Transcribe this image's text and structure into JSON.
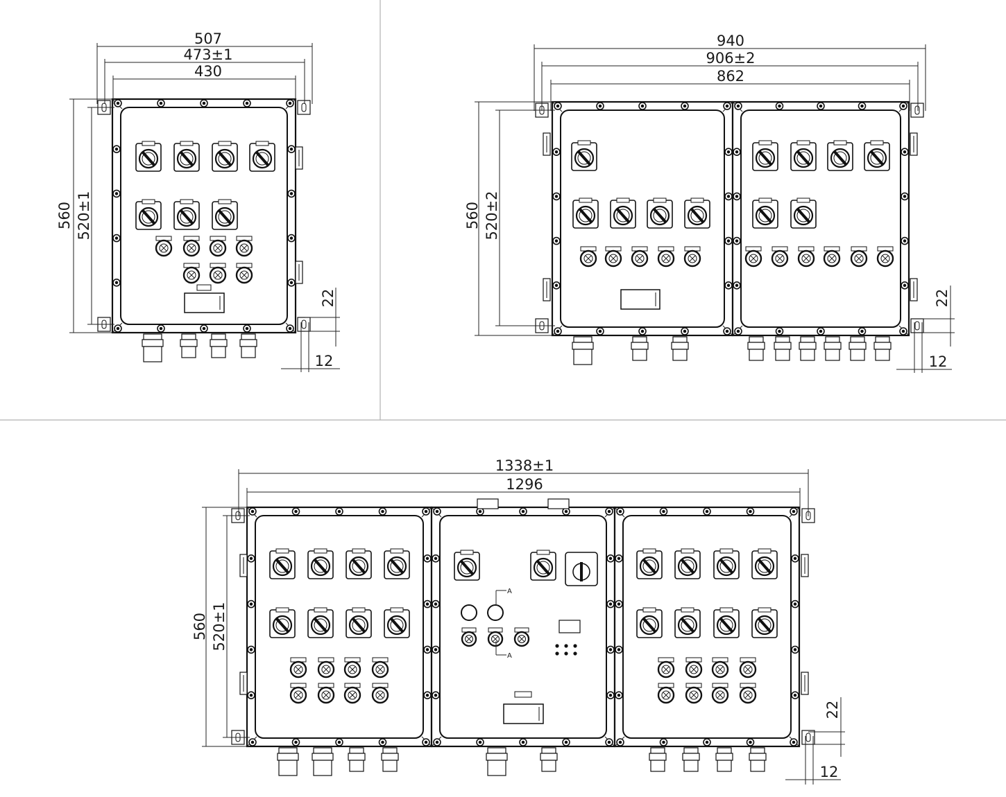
{
  "colors": {
    "ink": "#1a1a1a",
    "paper": "#ffffff",
    "divider": "#b0b0b0"
  },
  "views": {
    "single": {
      "w1": "507",
      "w2": "473±1",
      "w3": "430",
      "h1": "560",
      "h2": "520±1",
      "v": "22",
      "h": "12"
    },
    "double": {
      "w1": "940",
      "w2": "906±2",
      "w3": "862",
      "h1": "560",
      "h2": "520±2",
      "v": "22",
      "h": "12"
    },
    "triple": {
      "w1": "1338±1",
      "w2": "1296",
      "h1": "560",
      "h2": "520±1",
      "v": "22",
      "h": "12"
    }
  },
  "section_marks": [
    "A",
    "A"
  ]
}
